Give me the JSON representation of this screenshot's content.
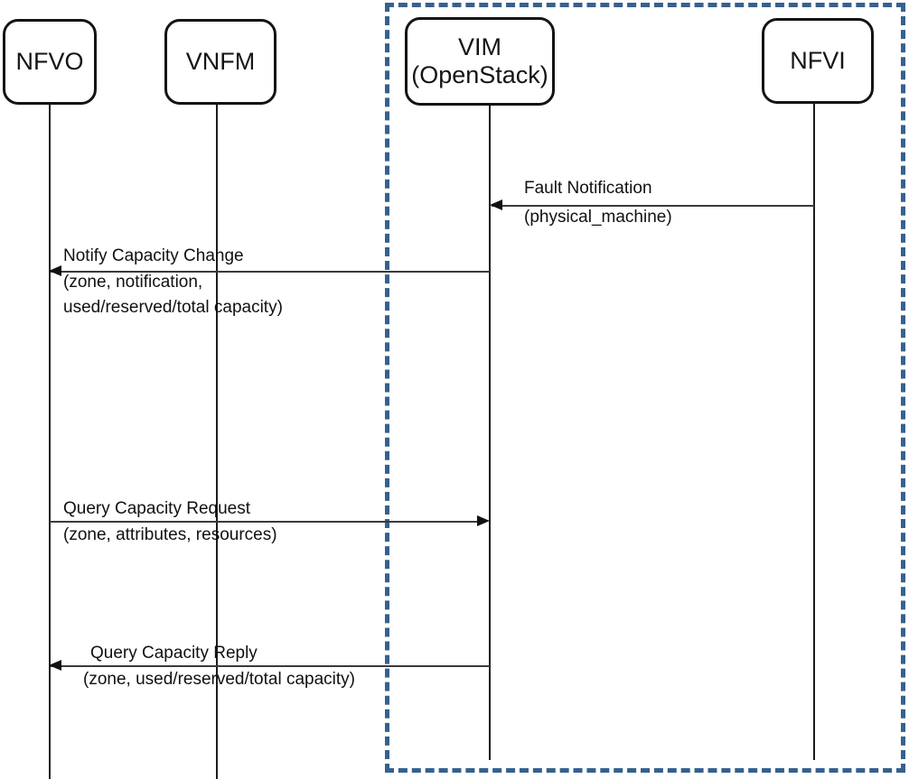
{
  "diagram": {
    "type": "sequence",
    "actors": [
      {
        "label": "NFVO"
      },
      {
        "label": "VNFM"
      },
      {
        "label": "VIM",
        "sublabel": "(OpenStack)"
      },
      {
        "label": "NFVI"
      }
    ],
    "dashed_group": {
      "members": [
        "VIM (OpenStack)",
        "NFVI"
      ],
      "border_color": "#36618e"
    },
    "messages": [
      {
        "title": "Fault Notification",
        "params": "(physical_machine)",
        "from": "NFVI",
        "to": "VIM (OpenStack)",
        "direction": "left"
      },
      {
        "title": "Notify Capacity Change",
        "params": "(zone, notification,",
        "params2": "used/reserved/total capacity)",
        "from": "VIM (OpenStack)",
        "to": "NFVO",
        "direction": "left"
      },
      {
        "title": "Query Capacity Request",
        "params": "(zone, attributes, resources)",
        "from": "NFVO",
        "to": "VIM (OpenStack)",
        "direction": "right"
      },
      {
        "title": "Query Capacity Reply",
        "params": "(zone, used/reserved/total capacity)",
        "from": "VIM (OpenStack)",
        "to": "NFVO",
        "direction": "left"
      }
    ],
    "colors": {
      "dashed_box": "#36618e",
      "ink": "#151515",
      "background": "#ffffff"
    }
  }
}
